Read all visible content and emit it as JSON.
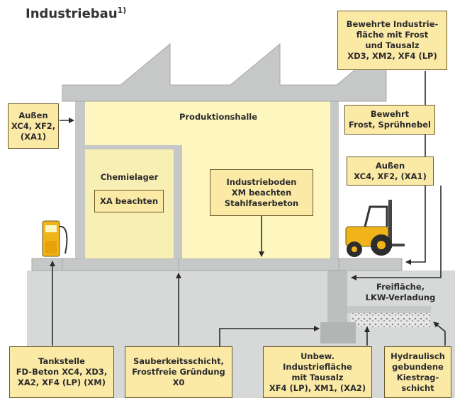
{
  "title": {
    "text": "Industriebau",
    "footnote": "1)"
  },
  "labels": {
    "industrie_frost": [
      "Bewehrte Industrie-",
      "fläche mit Frost",
      "und Tausalz",
      "XD3, XM2, XF4 (LP)"
    ],
    "aussen_left": [
      "Außen",
      "XC4, XF2,",
      "(XA1)"
    ],
    "produktionshalle": "Produktionshalle",
    "bewehrt_frost": [
      "Bewehrt",
      "Frost, Sprühnebel"
    ],
    "aussen_right": [
      "Außen",
      "XC4, XF2, (XA1)"
    ],
    "chemielager": "Chemielager",
    "xa_beachten": "XA beachten",
    "industrieboden": [
      "Industrieboden",
      "XM beachten",
      "Stahlfaserbeton"
    ],
    "freiflaeche": [
      "Freifläche,",
      "LKW-Verladung"
    ],
    "tankstelle": [
      "Tankstelle",
      "FD-Beton XC4, XD3,",
      "XA2, XF4 (LP) (XM)"
    ],
    "sauberkeit": [
      "Sauberkeitsschicht,",
      "Frostfreie Gründung",
      "X0"
    ],
    "unbewehrt": [
      "Unbew.",
      "Industriefläche",
      "mit Tausalz",
      "XF4 (LP), XM1, (XA2)"
    ],
    "hydraulisch": [
      "Hydraulisch",
      "gebundene",
      "Kiestrag-",
      "schicht"
    ]
  },
  "colors": {
    "label_fill": "#fbe9a6",
    "hall_fill": "#fdf6bf",
    "structure_gray": "#c6c8c7",
    "ground_gray": "#d7d9d8",
    "arrow": "#2a2a2a",
    "forklift_yellow": "#f1b418"
  }
}
